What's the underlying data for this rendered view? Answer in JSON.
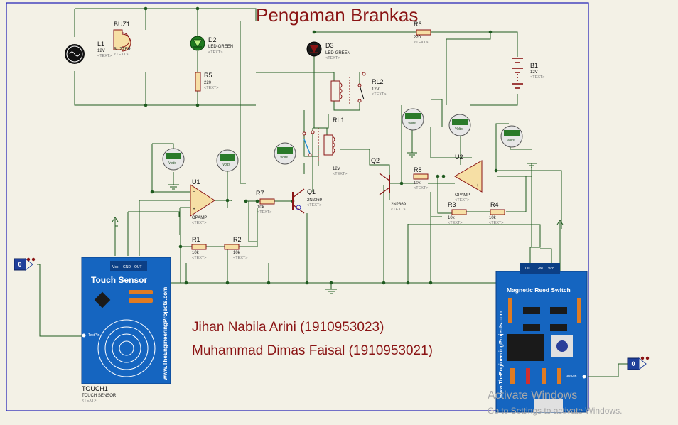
{
  "title": "Pengaman Brankas",
  "authors": [
    "Jihan Nabila Arini (1910953023)",
    "Muhammad Dimas Faisal (1910953021)"
  ],
  "placeholder_text": "<TEXT>",
  "components": {
    "l1": {
      "ref": "L1",
      "value": "12V"
    },
    "buz1": {
      "ref": "BUZ1",
      "value": "BUZZER"
    },
    "d2": {
      "ref": "D2",
      "value": "LED-GREEN"
    },
    "r5": {
      "ref": "R5",
      "value": "220"
    },
    "d3": {
      "ref": "D3",
      "value": "LED-GREEN"
    },
    "r6": {
      "ref": "R6",
      "value": "220"
    },
    "b1": {
      "ref": "B1",
      "value": "12V"
    },
    "rl2": {
      "ref": "RL2",
      "value": "12V"
    },
    "rl1": {
      "ref": "RL1",
      "value": "12V"
    },
    "u1": {
      "ref": "U1",
      "value": "OPAMP"
    },
    "r7": {
      "ref": "R7",
      "value": "10k"
    },
    "q1": {
      "ref": "Q1",
      "value": "2N2369"
    },
    "q2": {
      "ref": "Q2",
      "value": "2N2369"
    },
    "r8": {
      "ref": "R8",
      "value": "10k"
    },
    "u2": {
      "ref": "U2",
      "value": "OPAMP"
    },
    "r3": {
      "ref": "R3",
      "value": "10k"
    },
    "r4": {
      "ref": "R4",
      "value": "10k"
    },
    "r1": {
      "ref": "R1",
      "value": "10k"
    },
    "r2": {
      "ref": "R2",
      "value": "10k"
    },
    "touch1": {
      "ref": "TOUCH1",
      "value": "TOUCH SENSOR"
    }
  },
  "voltmeter_unit": "Volts",
  "touch_board": {
    "title": "Touch Sensor",
    "pins": [
      "Vcc",
      "GND",
      "OUT"
    ],
    "test_pin": "TestPin",
    "side_text": "www.TheEngineeringProjects.com"
  },
  "reed_board": {
    "title": "Magnetic Reed Switch",
    "pins": [
      "D0",
      "GND",
      "Vcc"
    ],
    "test_pin": "TestPin",
    "side_text": "www.TheEngineeringProjects.com"
  },
  "logic_probes": [
    "0",
    "0"
  ],
  "watermark": {
    "line1": "Activate Windows",
    "line2": "Go to Settings to activate Windows."
  },
  "colors": {
    "background": "#f3f1e6",
    "wire": "#1f5a1f",
    "title": "#8a1414",
    "border": "#1c1cb4",
    "board": "#1565c0",
    "probe": "#1f3f9a"
  }
}
